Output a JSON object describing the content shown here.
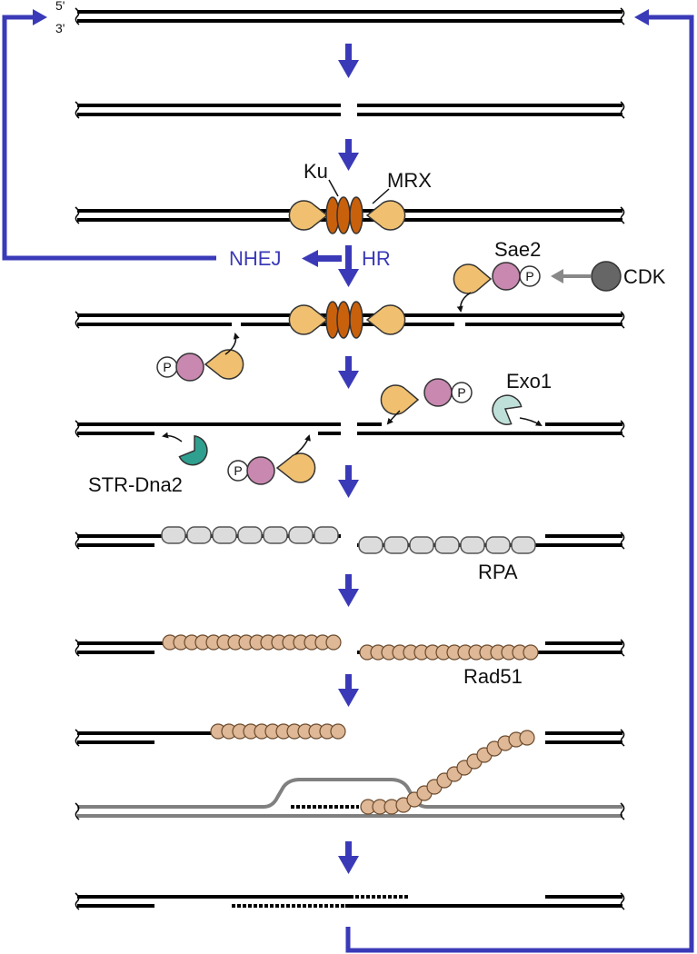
{
  "strand_labels": {
    "five_prime": "5'",
    "three_prime": "3'"
  },
  "proteins": {
    "ku": "Ku",
    "mrx": "MRX",
    "sae2": "Sae2",
    "cdk": "CDK",
    "exo1": "Exo1",
    "str_dna2": "STR-Dna2",
    "rpa": "RPA",
    "rad51": "Rad51",
    "phospho": "P"
  },
  "pathways": {
    "nhej": "NHEJ",
    "hr": "HR"
  },
  "colors": {
    "arrow_blue": "#3a3ab8",
    "dna": "#000000",
    "donor_dna": "#808080",
    "ku_orange": "#c8600c",
    "mrx_tan": "#f0c070",
    "sae2_pink": "#c888b0",
    "cdk_gray": "#666666",
    "exo1_mint": "#bfe0d8",
    "dna2_teal": "#2fa090",
    "rpa_gray": "#dcdcdc",
    "rad51_tan": "#deb897"
  }
}
